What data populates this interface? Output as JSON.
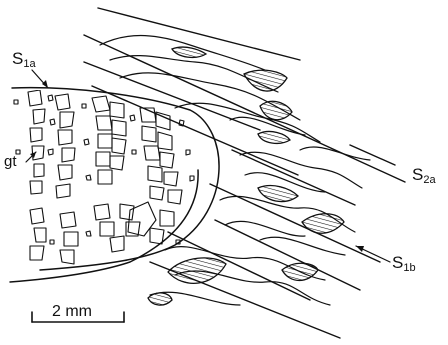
{
  "labels": {
    "s1a_main": "S",
    "s1a_sub": "1a",
    "s2a_main": "S",
    "s2a_sub": "2a",
    "s1b_main": "S",
    "s1b_sub": "1b",
    "garnet": "gt"
  },
  "scale_bar": {
    "label": "2 mm"
  }
}
